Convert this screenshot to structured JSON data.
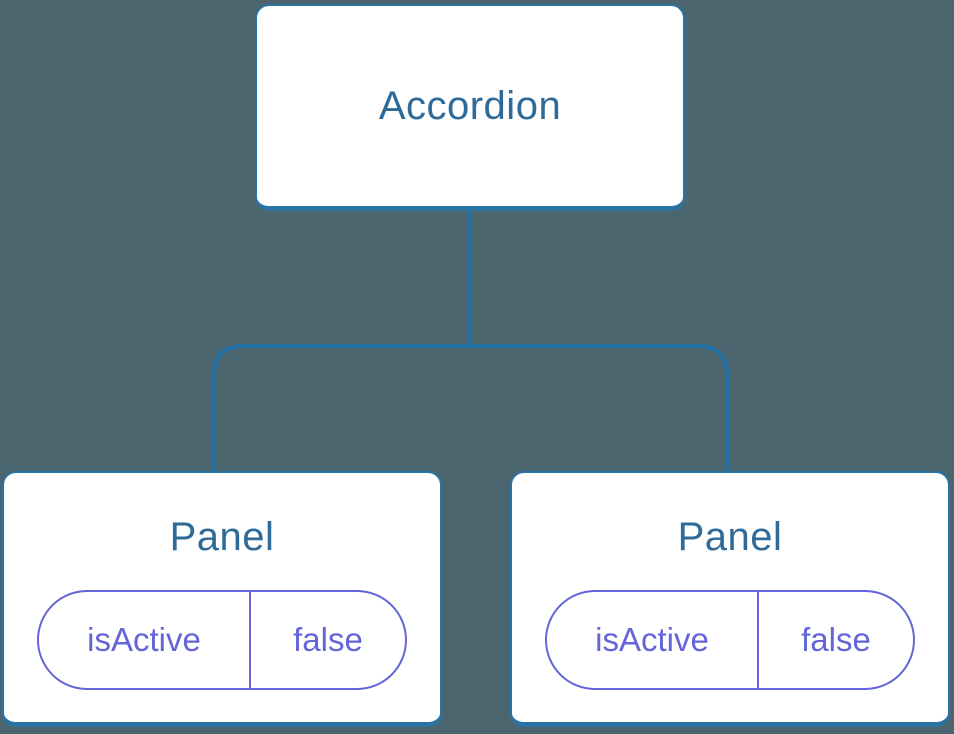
{
  "diagram": {
    "root": {
      "title": "Accordion"
    },
    "panels": [
      {
        "title": "Panel",
        "state_key": "isActive",
        "state_value": "false"
      },
      {
        "title": "Panel",
        "state_key": "isActive",
        "state_value": "false"
      }
    ]
  },
  "colors": {
    "background": "#4c6670",
    "connector_blue": "#2272a7",
    "node_border_blue": "#2b72a5",
    "node_fill": "#ffffff",
    "title_text_blue": "#2f6b99",
    "state_purple": "#6365d8"
  }
}
